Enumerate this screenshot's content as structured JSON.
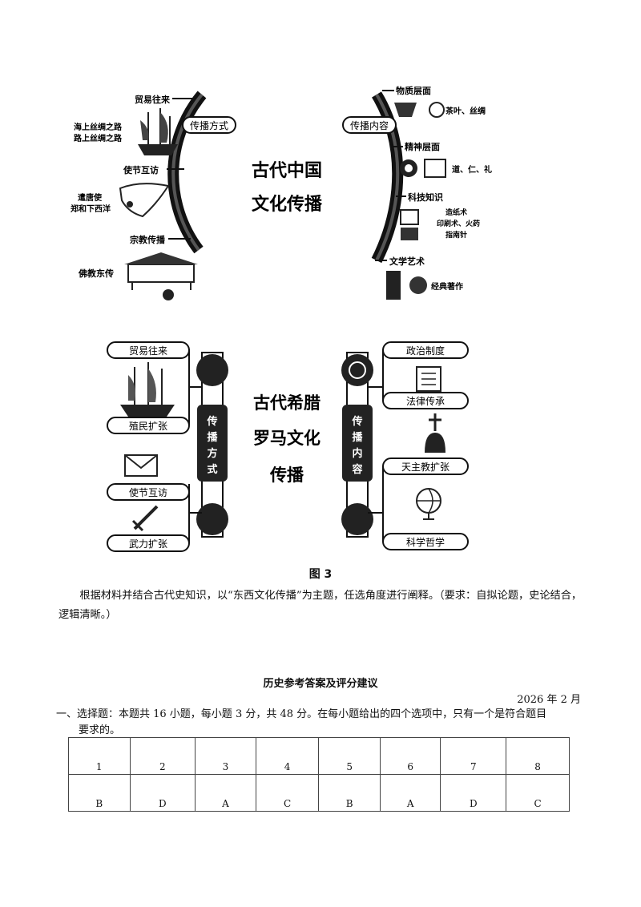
{
  "china": {
    "title_line1": "古代中国",
    "title_line2": "文化传播",
    "left_branch": "传播方式",
    "right_branch": "传播内容",
    "left_items": [
      "贸易往来",
      "海上丝绸之路",
      "路上丝绸之路",
      "使节互访",
      "遣唐使",
      "郑和下西洋",
      "宗教传播",
      "佛教东传"
    ],
    "right_items": [
      "物质层面",
      "茶叶、丝绸",
      "精神层面",
      "道、仁、礼",
      "科技知识",
      "造纸术",
      "印刷术、火药",
      "指南针",
      "文学艺术",
      "经典著作"
    ]
  },
  "greece": {
    "title_line1": "古代希腊",
    "title_line2": "罗马文化",
    "title_line3": "传播",
    "left_branch": "传播方式",
    "right_branch": "传播内容",
    "left_items": [
      "贸易往来",
      "殖民扩张",
      "使节互访",
      "武力扩张"
    ],
    "right_items": [
      "政治制度",
      "法律传承",
      "天主教扩张",
      "科学哲学"
    ]
  },
  "caption": "图 3",
  "prompt": "根据材料并结合古代史知识，以“东西文化传播”为主题，任选角度进行阐释。（要求：自拟论题，史论结合，逻辑清晰。）",
  "answers": {
    "title": "历史参考答案及评分建议",
    "date": "2026 年 2 月",
    "section1_line1": "一、选择题：本题共 16 小题，每小题 3 分，共 48 分。在每小题给出的四个选项中，只有一个是符合题目",
    "section1_line2": "要求的。",
    "numbers": [
      "1",
      "2",
      "3",
      "4",
      "5",
      "6",
      "7",
      "8"
    ],
    "letters": [
      "B",
      "D",
      "A",
      "C",
      "B",
      "A",
      "D",
      "C"
    ]
  }
}
